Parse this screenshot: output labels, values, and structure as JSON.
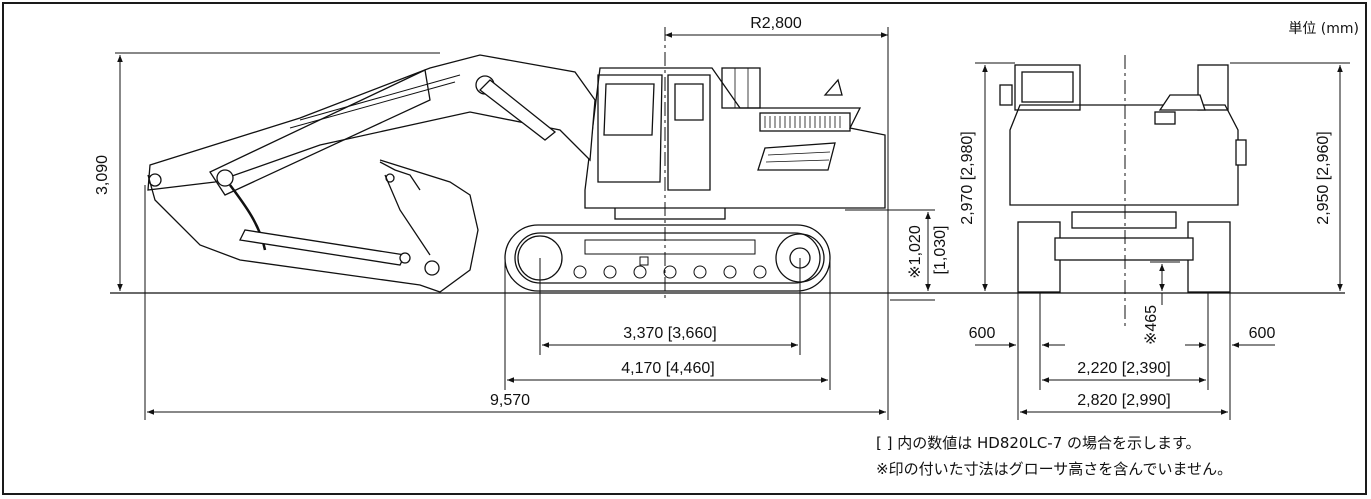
{
  "unit_label": "単位 (mm)",
  "dimensions": {
    "tail_swing_radius": "R2,800",
    "overall_height": "3,090",
    "counterweight_clearance": "※1,020",
    "counterweight_clearance_alt": "[1,030]",
    "cab_height": "2,970 [2,980]",
    "rail_height": "2,950 [2,960]",
    "tumbler_distance": "3,370 [3,660]",
    "crawler_length": "4,170 [4,460]",
    "overall_length": "9,570",
    "min_ground_clearance": "※465",
    "shoe_width_left": "600",
    "shoe_width_right": "600",
    "track_gauge": "2,220 [2,390]",
    "overall_width": "2,820 [2,990]"
  },
  "notes": {
    "line1": "[ ] 内の数値は HD820LC-7 の場合を示します。",
    "line2": "※印の付いた寸法はグローサ高さを含んでいません。"
  },
  "colors": {
    "line": "#1a1a1a",
    "background": "#ffffff"
  }
}
